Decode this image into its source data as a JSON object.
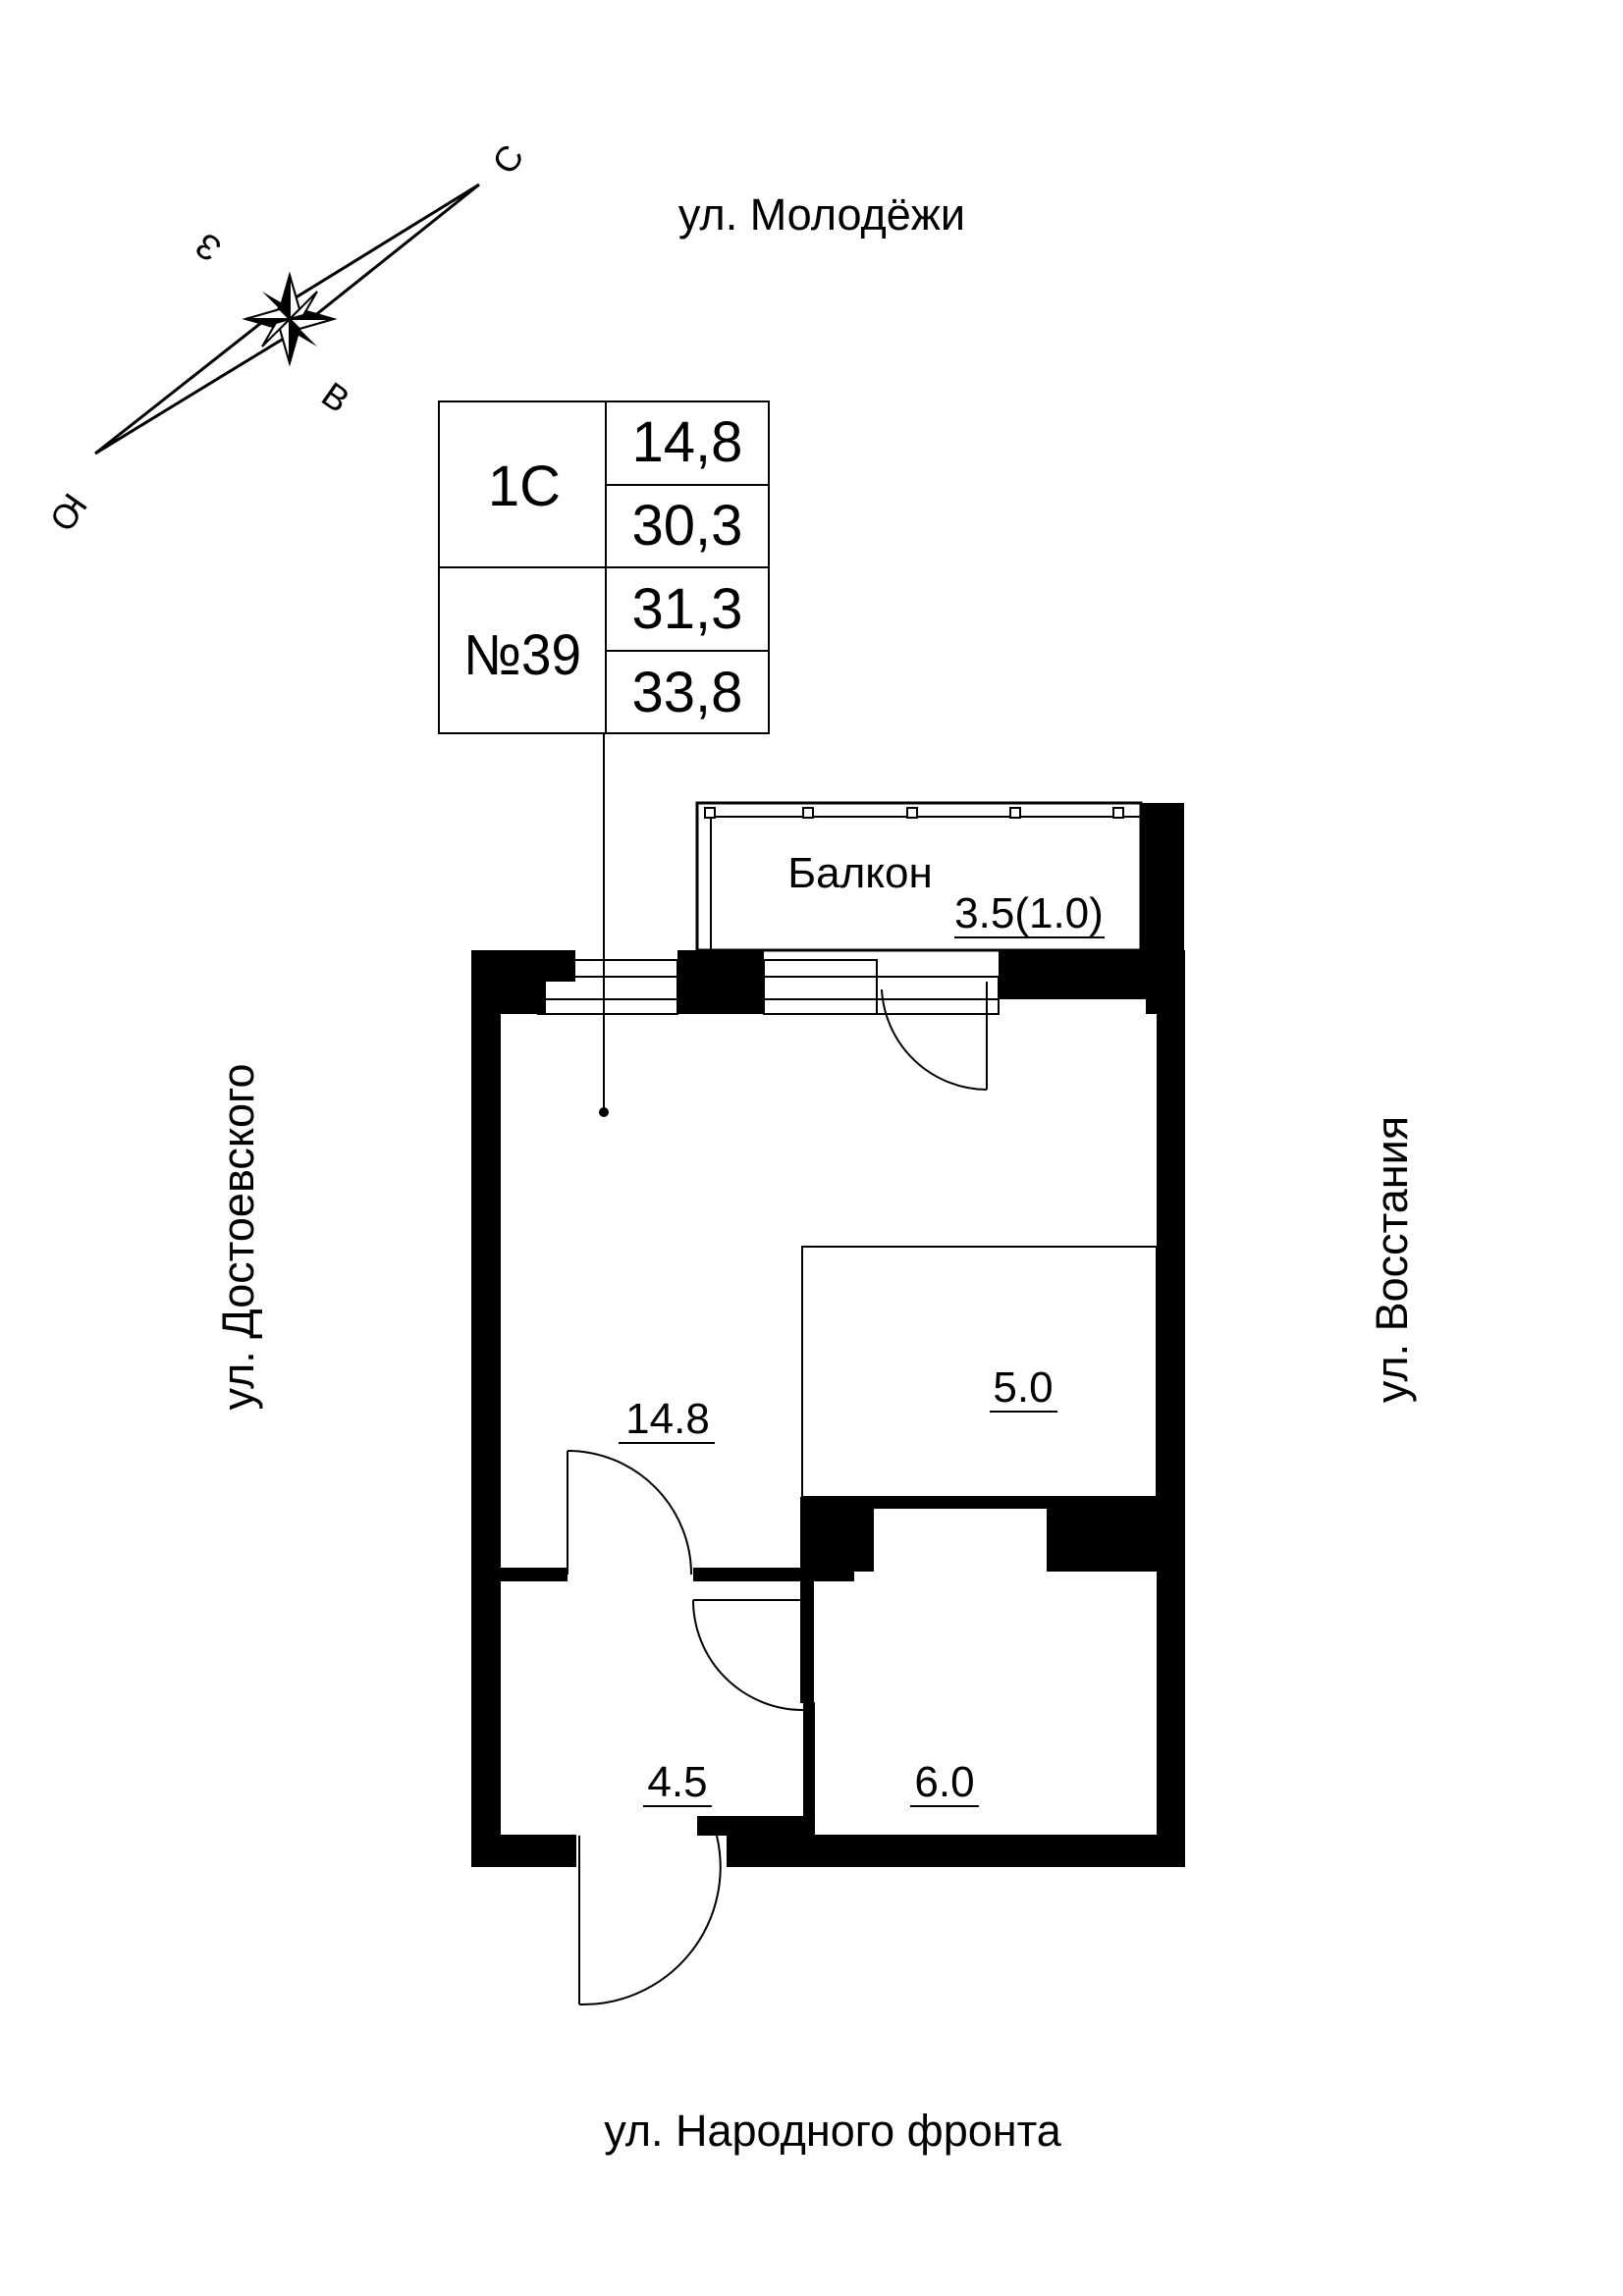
{
  "streets": {
    "north": "ул. Молодёжи",
    "south": "ул. Народного фронта",
    "west": "ул. Достоевского",
    "east": "ул. Восстания"
  },
  "compass": {
    "north": "С",
    "south": "Ю",
    "east": "В",
    "west": "З"
  },
  "info_box": {
    "apartment_type": "1С",
    "apartment_number": "№39",
    "areas": [
      "14,8",
      "30,3",
      "31,3",
      "33,8"
    ]
  },
  "rooms": {
    "balcony_name": "Балкон",
    "balcony_area": "3.5(1.0)",
    "living_room_area": "14.8",
    "kitchen_area": "5.0",
    "hall_area": "4.5",
    "bathroom_area": "6.0"
  }
}
